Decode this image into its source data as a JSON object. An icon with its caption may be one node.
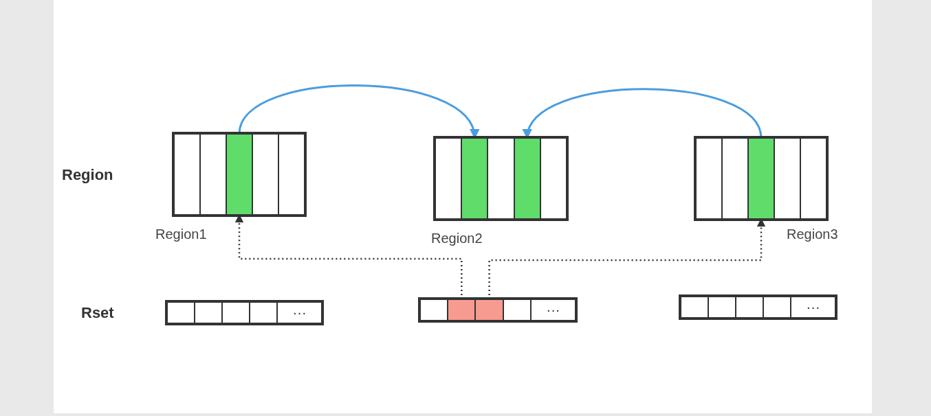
{
  "diagram": {
    "nodes": [
      {
        "text": [
          "Region1"
        ]
      },
      {
        "text": [],
        "shape": "box",
        "in": 0
      },
      {
        "text": [],
        "shape": "box",
        "in": 0
      },
      {
        "text": [],
        "shape": "box",
        "in": 0
      },
      {
        "text": [],
        "shape": "box",
        "in": 0
      },
      {
        "text": [],
        "shape": "box",
        "in": 0
      },
      {
        "text": [
          "Region2"
        ]
      },
      {
        "text": [],
        "shape": "box",
        "in": 6
      },
      {
        "text": [],
        "shape": "box",
        "in": 6
      },
      {
        "text": [],
        "shape": "box",
        "in": 6
      },
      {
        "text": [],
        "shape": "box",
        "in": 6
      },
      {
        "text": [],
        "shape": "box",
        "in": 6
      },
      {
        "text": [
          "Region3"
        ]
      },
      {
        "text": [],
        "shape": "box",
        "in": 12
      },
      {
        "text": [],
        "shape": "box",
        "in": 12
      },
      {
        "text": [],
        "shape": "box",
        "in": 12
      },
      {
        "text": [],
        "shape": "box",
        "in": 12
      },
      {
        "text": [],
        "shape": "box",
        "in": 12
      },
      {
        "text": [],
        "shape": "box"
      },
      {
        "text": [],
        "shape": "box",
        "in": 18
      },
      {
        "text": [],
        "shape": "box",
        "in": 18
      },
      {
        "text": [],
        "shape": "box",
        "in": 18
      },
      {
        "text": [],
        "shape": "box",
        "in": 18
      },
      {
        "text": [
          "···"
        ],
        "in": 18
      },
      {
        "text": [],
        "shape": "box"
      },
      {
        "text": [],
        "shape": "box",
        "in": 24
      },
      {
        "text": [],
        "shape": "box",
        "in": 24
      },
      {
        "text": [],
        "shape": "box",
        "in": 24
      },
      {
        "text": [],
        "shape": "box",
        "in": 24
      },
      {
        "text": [
          "···"
        ],
        "in": 24
      },
      {
        "text": [],
        "shape": "box"
      },
      {
        "text": [],
        "shape": "box",
        "in": 30
      },
      {
        "text": [],
        "shape": "box",
        "in": 30
      },
      {
        "text": [],
        "shape": "box",
        "in": 30
      },
      {
        "text": [],
        "shape": "box",
        "in": 30
      },
      {
        "text": [
          "···"
        ],
        "in": 30
      }
    ],
    "edges": [
      {
        "from": 3,
        "to": 8,
        "arrow": "to",
        "color": "#4a9de0"
      },
      {
        "from": 15,
        "to": 10,
        "arrow": "to",
        "color": "#4a9de0"
      },
      {
        "from": 26,
        "to": 3,
        "arrow": "to",
        "style": "dashed",
        "color": "#333333"
      },
      {
        "from": 27,
        "to": 15,
        "arrow": "to",
        "style": "dashed",
        "color": "#333333"
      }
    ],
    "labels": [
      "Region",
      "Rset"
    ]
  }
}
